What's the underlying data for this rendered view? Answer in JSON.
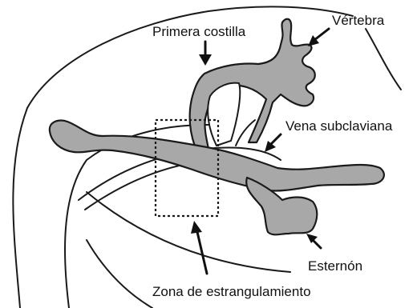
{
  "labels": {
    "first_rib": "Primera costilla",
    "vertebra": "Vértebra",
    "subclavian_vein": "Vena subclaviana",
    "sternum": "Esternón",
    "constriction_zone": "Zona de estrangulamiento"
  },
  "colors": {
    "bone_fill": "#a8a8a8",
    "line": "#1a1a1a",
    "background": "#ffffff"
  }
}
